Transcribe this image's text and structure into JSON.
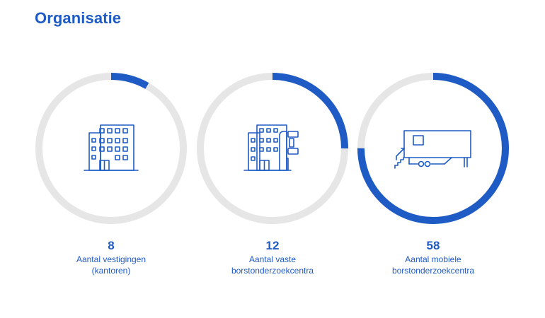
{
  "title": "Organisatie",
  "colors": {
    "accent": "#1f5bc4",
    "track": "#e6e6e6"
  },
  "stats": [
    {
      "value": "8",
      "fraction": 0.083,
      "label_lines": [
        "Aantal vestigingen",
        "(kantoren)"
      ],
      "icon": "office-building-icon"
    },
    {
      "value": "12",
      "fraction": 0.25,
      "label_lines": [
        "Aantal vaste",
        "borstonderzoekcentra"
      ],
      "icon": "building-with-mammography-machine-icon"
    },
    {
      "value": "58",
      "fraction": 0.75,
      "label_lines": [
        "Aantal mobiele",
        "borstonderzoekcentra"
      ],
      "icon": "mobile-trailer-icon"
    }
  ]
}
